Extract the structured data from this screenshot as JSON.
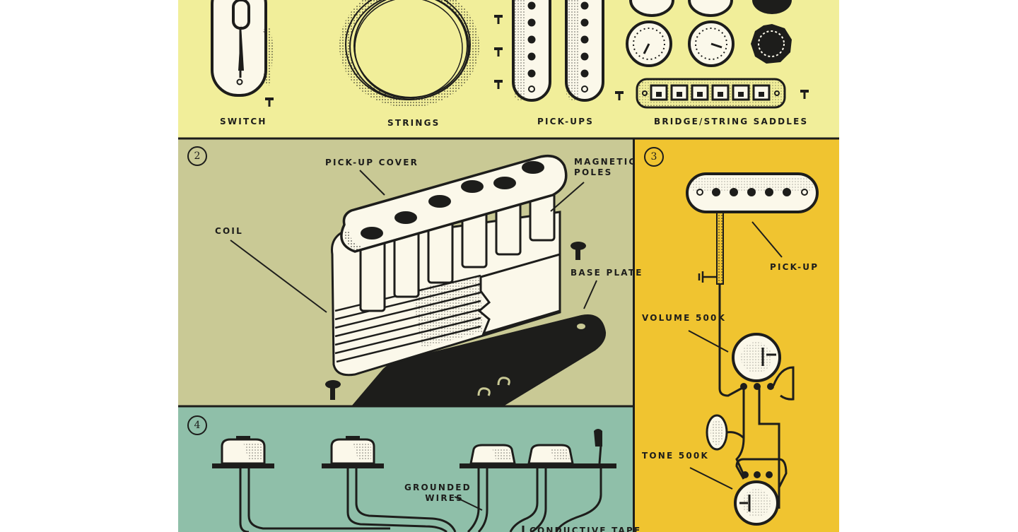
{
  "colors": {
    "ink": "#1d1d1b",
    "top_panel": "#f1ee9a",
    "pickup_panel": "#c9c995",
    "wiring_panel": "#f0c430",
    "shield_panel": "#8fbfa9",
    "cream": "#fbf8ea"
  },
  "parts_row": {
    "switch_label": "SWITCH",
    "strings_label": "STRINGS",
    "pickups_label": "PICK-UPS",
    "bridge_label": "BRIDGE/STRING SADDLES"
  },
  "panel_pickup": {
    "number": "2",
    "cover_label": "PICK-UP COVER",
    "poles_label": "MAGNETIC\nPOLES",
    "coil_label": "COIL",
    "base_label": "BASE PLATE"
  },
  "panel_wiring": {
    "number": "3",
    "pickup_label": "PICK-UP",
    "volume_label": "VOLUME 500K",
    "tone_label": "TONE 500K"
  },
  "panel_shielding": {
    "number": "4",
    "grounded_label": "GROUNDED\nWIRES",
    "tape_label": "CONDUCTIVE TAPE"
  }
}
